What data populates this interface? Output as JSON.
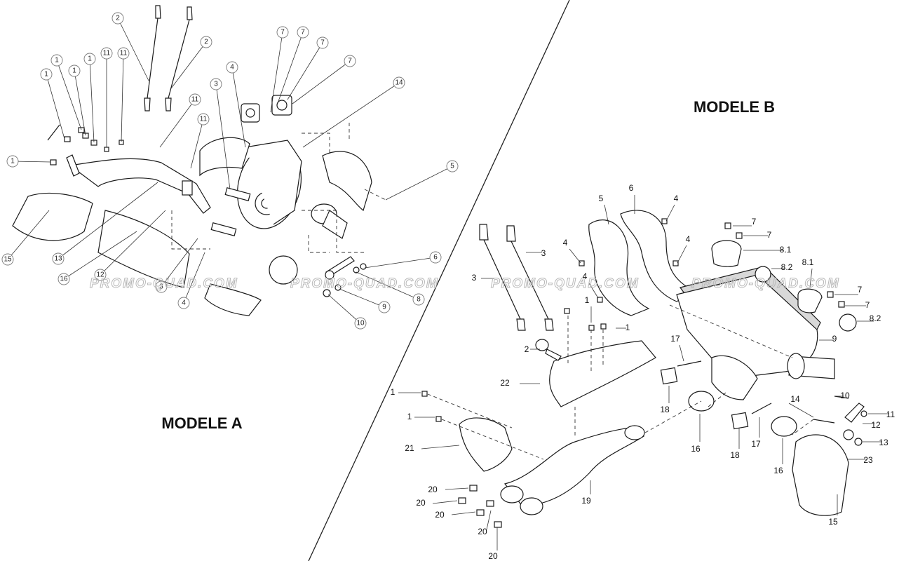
{
  "titles": {
    "model_a": "MODELE A",
    "model_b": "MODELE B"
  },
  "watermark": "PROMO-QUAD.COM",
  "model_a_callouts": [
    "1",
    "1",
    "1",
    "1",
    "1",
    "11",
    "11",
    "2",
    "2",
    "11",
    "11",
    "3",
    "4",
    "7",
    "7",
    "7",
    "7",
    "14",
    "5",
    "6",
    "8",
    "9",
    "10",
    "4",
    "3",
    "12",
    "16",
    "13",
    "15"
  ],
  "model_b_callouts": [
    "5",
    "6",
    "4",
    "4",
    "7",
    "7",
    "8.1",
    "8.2",
    "8.1",
    "7",
    "7",
    "8.2",
    "9",
    "3",
    "3",
    "4",
    "4",
    "1",
    "1",
    "2",
    "22",
    "17",
    "18",
    "16",
    "14",
    "10",
    "11",
    "12",
    "13",
    "17",
    "18",
    "16",
    "23",
    "15",
    "1",
    "1",
    "21",
    "20",
    "20",
    "20",
    "20",
    "20",
    "19"
  ]
}
